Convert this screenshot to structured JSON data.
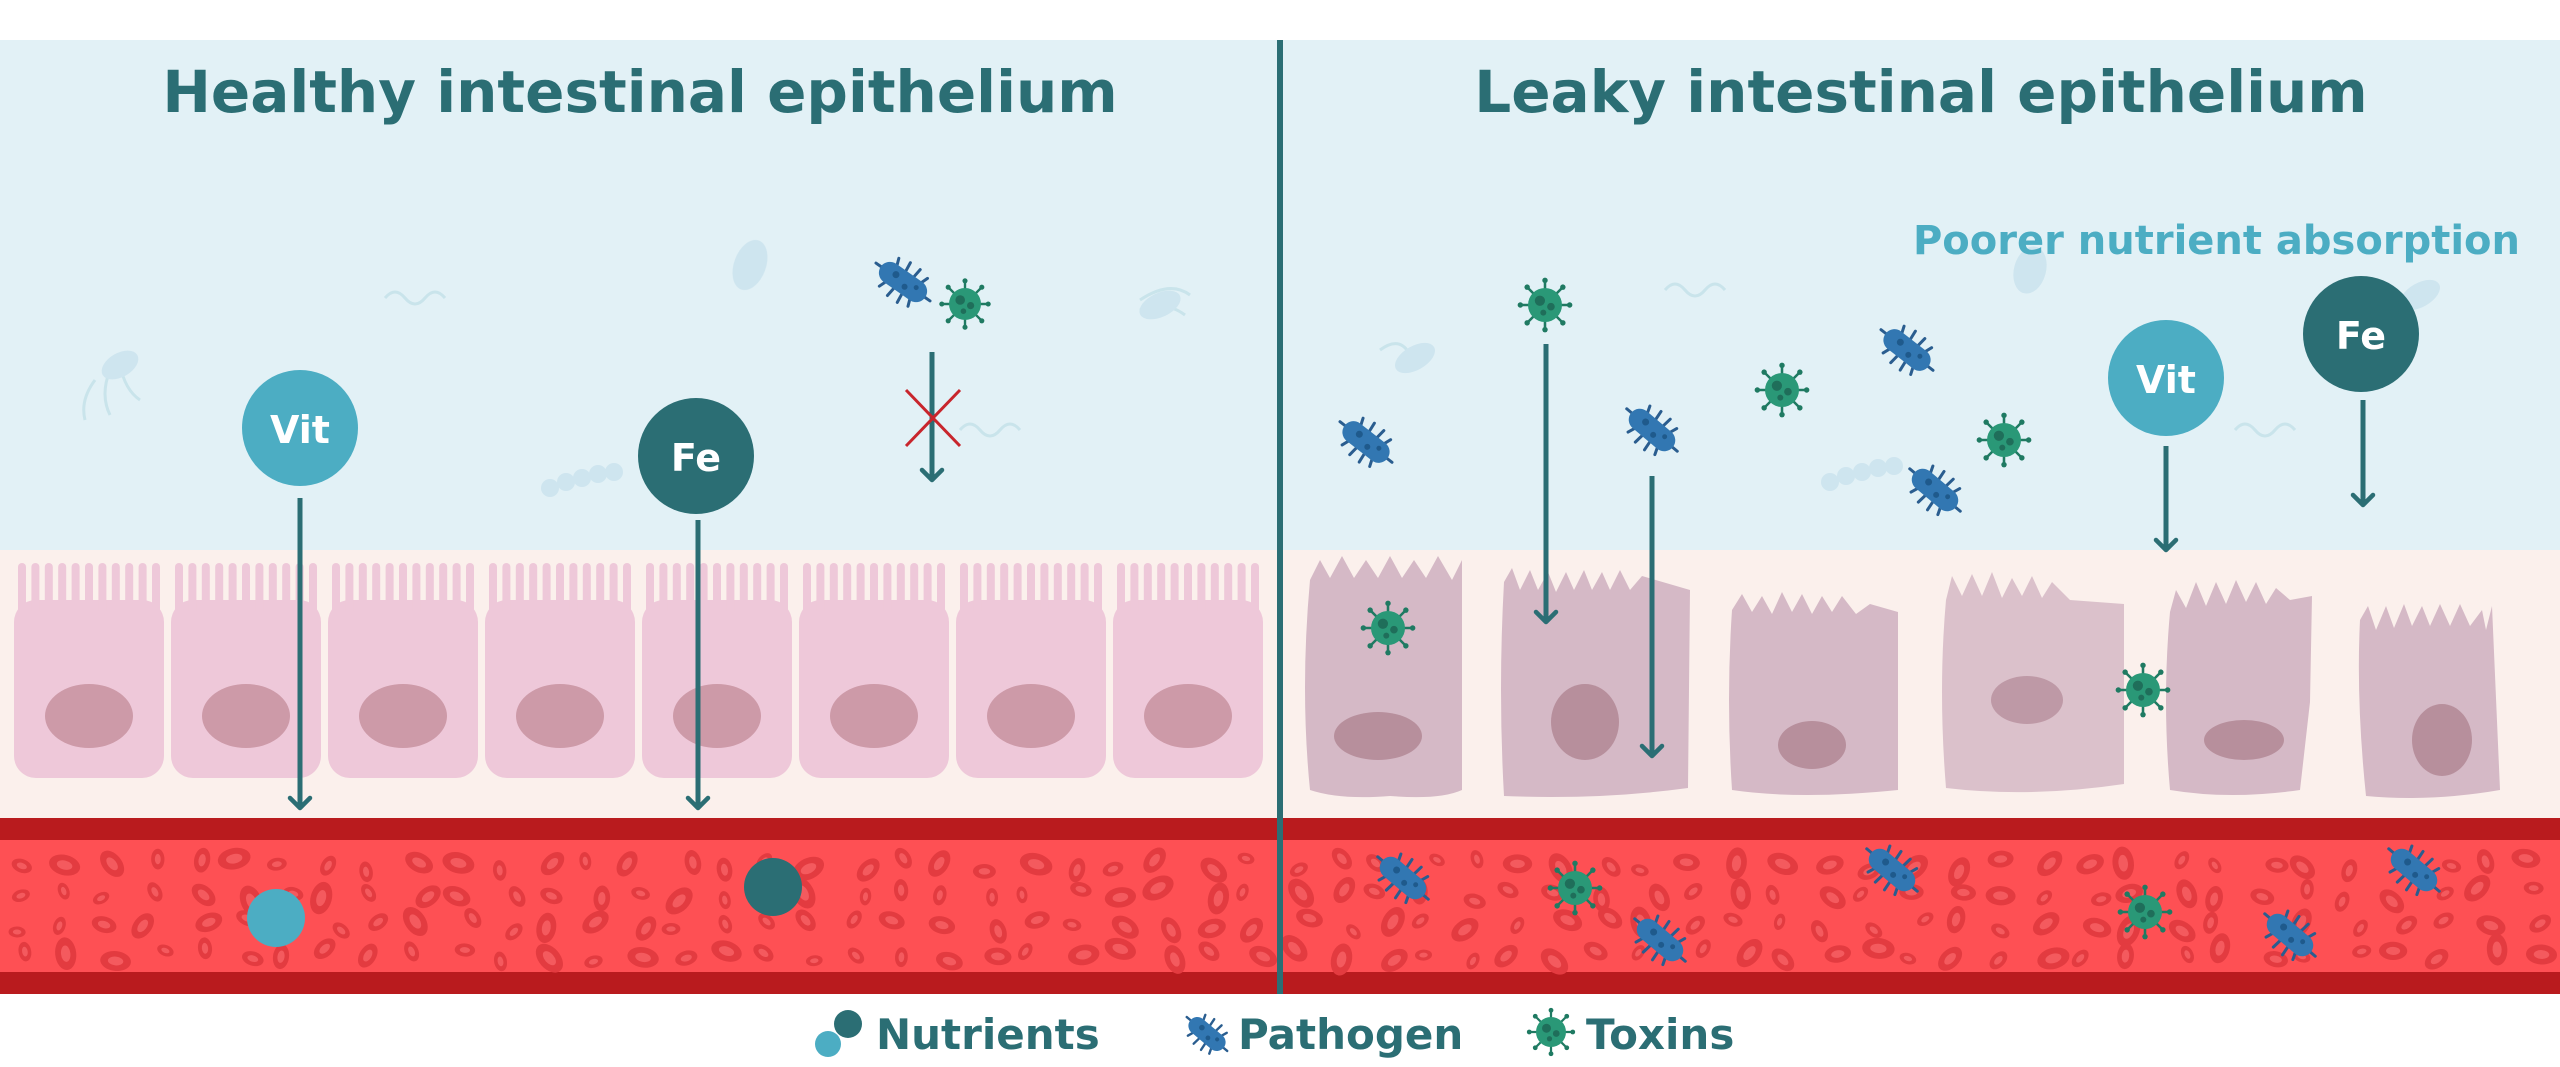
{
  "titles": {
    "healthy": "Healthy intestinal epithelium",
    "leaky": "Leaky intestinal epithelium"
  },
  "annotation": "Poorer nutrient absorption",
  "nutrient_labels": {
    "vitamin": "Vit",
    "iron": "Fe"
  },
  "legend": {
    "nutrients": "Nutrients",
    "pathogen": "Pathogen",
    "toxins": "Toxins"
  },
  "colors": {
    "lumen": "#e2f1f6",
    "tissue": "#fbf0ec",
    "healthy_cell": "#eec8d9",
    "healthy_nucleus": "#cd9aa8",
    "leaky_cell": "#d5b9c6",
    "leaky_nucleus": "#b78f9c",
    "blood": "#fe5054",
    "blood_border": "#b91b1e",
    "red_cell": "#e2373c",
    "vitamin": "#4cadc3",
    "iron": "#2b6e74",
    "pathogen": "#3277b2",
    "toxin": "#2a9877",
    "arrow": "#2b6e74",
    "divider": "#2b6e74",
    "blocked_mark": "#c8252c"
  },
  "icons": [
    "vitamin-circle-icon",
    "iron-circle-icon",
    "pathogen-icon",
    "toxin-icon",
    "blocked-x-icon",
    "down-arrow-icon"
  ]
}
